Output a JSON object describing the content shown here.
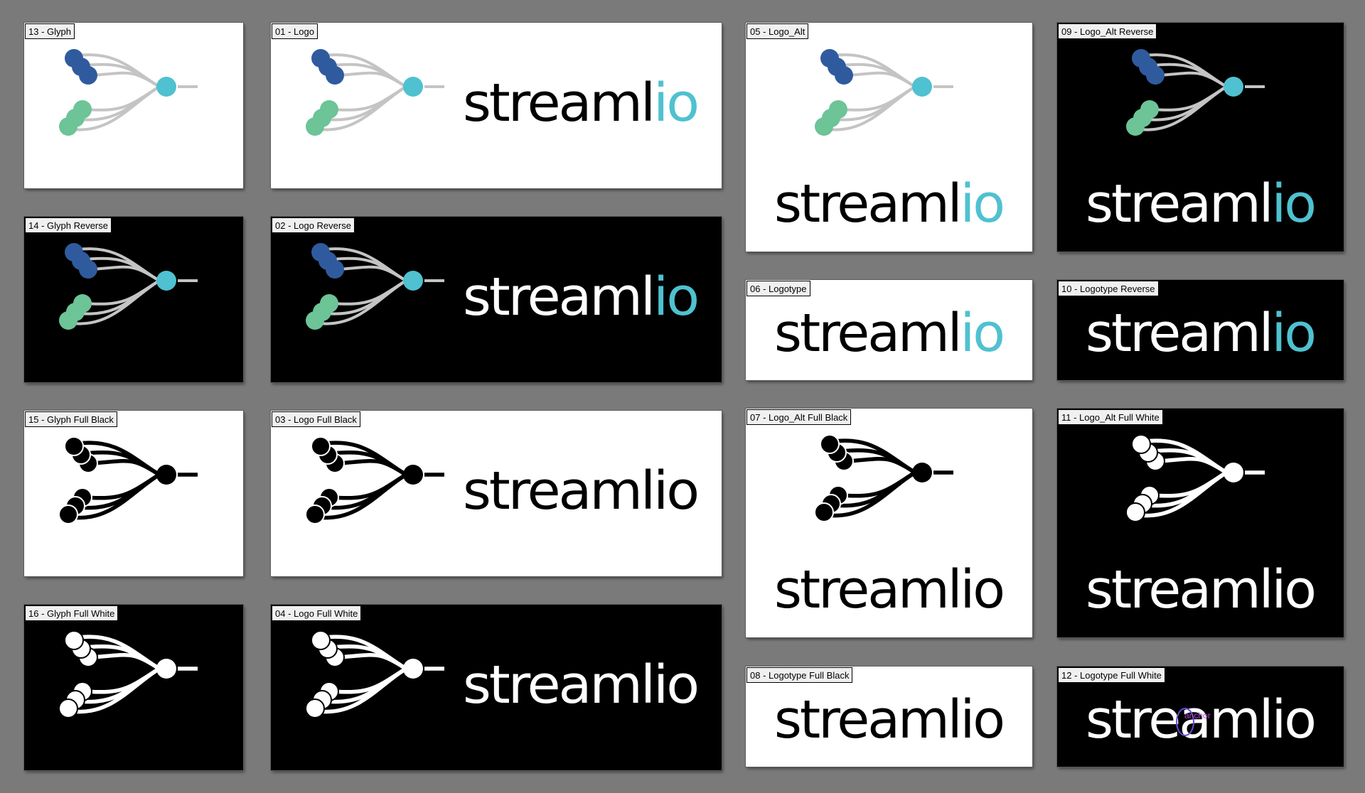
{
  "artboards": [
    {
      "key": "ab13",
      "label": "13 - Glyph",
      "theme": "white",
      "variant": "glyph",
      "palette": "color"
    },
    {
      "key": "ab14",
      "label": "14 - Glyph Reverse",
      "theme": "black",
      "variant": "glyph",
      "palette": "color"
    },
    {
      "key": "ab15",
      "label": "15 - Glyph Full Black",
      "theme": "white",
      "variant": "glyph",
      "palette": "black"
    },
    {
      "key": "ab16",
      "label": "16 - Glyph Full White",
      "theme": "black",
      "variant": "glyph",
      "palette": "white"
    },
    {
      "key": "ab01",
      "label": "01 - Logo",
      "theme": "white",
      "variant": "logo",
      "palette": "color"
    },
    {
      "key": "ab02",
      "label": "02 - Logo Reverse",
      "theme": "black",
      "variant": "logo",
      "palette": "color"
    },
    {
      "key": "ab03",
      "label": "03 - Logo Full Black",
      "theme": "white",
      "variant": "logo",
      "palette": "black"
    },
    {
      "key": "ab04",
      "label": "04 - Logo Full White",
      "theme": "black",
      "variant": "logo",
      "palette": "white"
    },
    {
      "key": "ab05",
      "label": "05 - Logo_Alt",
      "theme": "white",
      "variant": "alt",
      "palette": "color"
    },
    {
      "key": "ab06",
      "label": "06 - Logotype",
      "theme": "white",
      "variant": "logotype",
      "palette": "color"
    },
    {
      "key": "ab07",
      "label": "07 - Logo_Alt Full Black",
      "theme": "white",
      "variant": "alt",
      "palette": "black"
    },
    {
      "key": "ab08",
      "label": "08 - Logotype Full Black",
      "theme": "white",
      "variant": "logotype",
      "palette": "black"
    },
    {
      "key": "ab09",
      "label": "09 - Logo_Alt Reverse",
      "theme": "black",
      "variant": "alt",
      "palette": "color"
    },
    {
      "key": "ab10",
      "label": "10 - Logotype Reverse",
      "theme": "black",
      "variant": "logotype",
      "palette": "color"
    },
    {
      "key": "ab11",
      "label": "11 - Logo_Alt Full White",
      "theme": "black",
      "variant": "alt",
      "palette": "white"
    },
    {
      "key": "ab12",
      "label": "12 - Logotype Full White",
      "theme": "black",
      "variant": "logotype",
      "palette": "white"
    }
  ],
  "wordmark": {
    "main": "streaml",
    "accent": "io"
  },
  "anchor_tooltip": "anchor",
  "colors": {
    "canvas": "#7a7a7a",
    "blue": "#2f5b9e",
    "green": "#6cc497",
    "teal": "#4fc1d0",
    "line_gray": "#c4c4c4",
    "black": "#000000",
    "white": "#ffffff"
  }
}
